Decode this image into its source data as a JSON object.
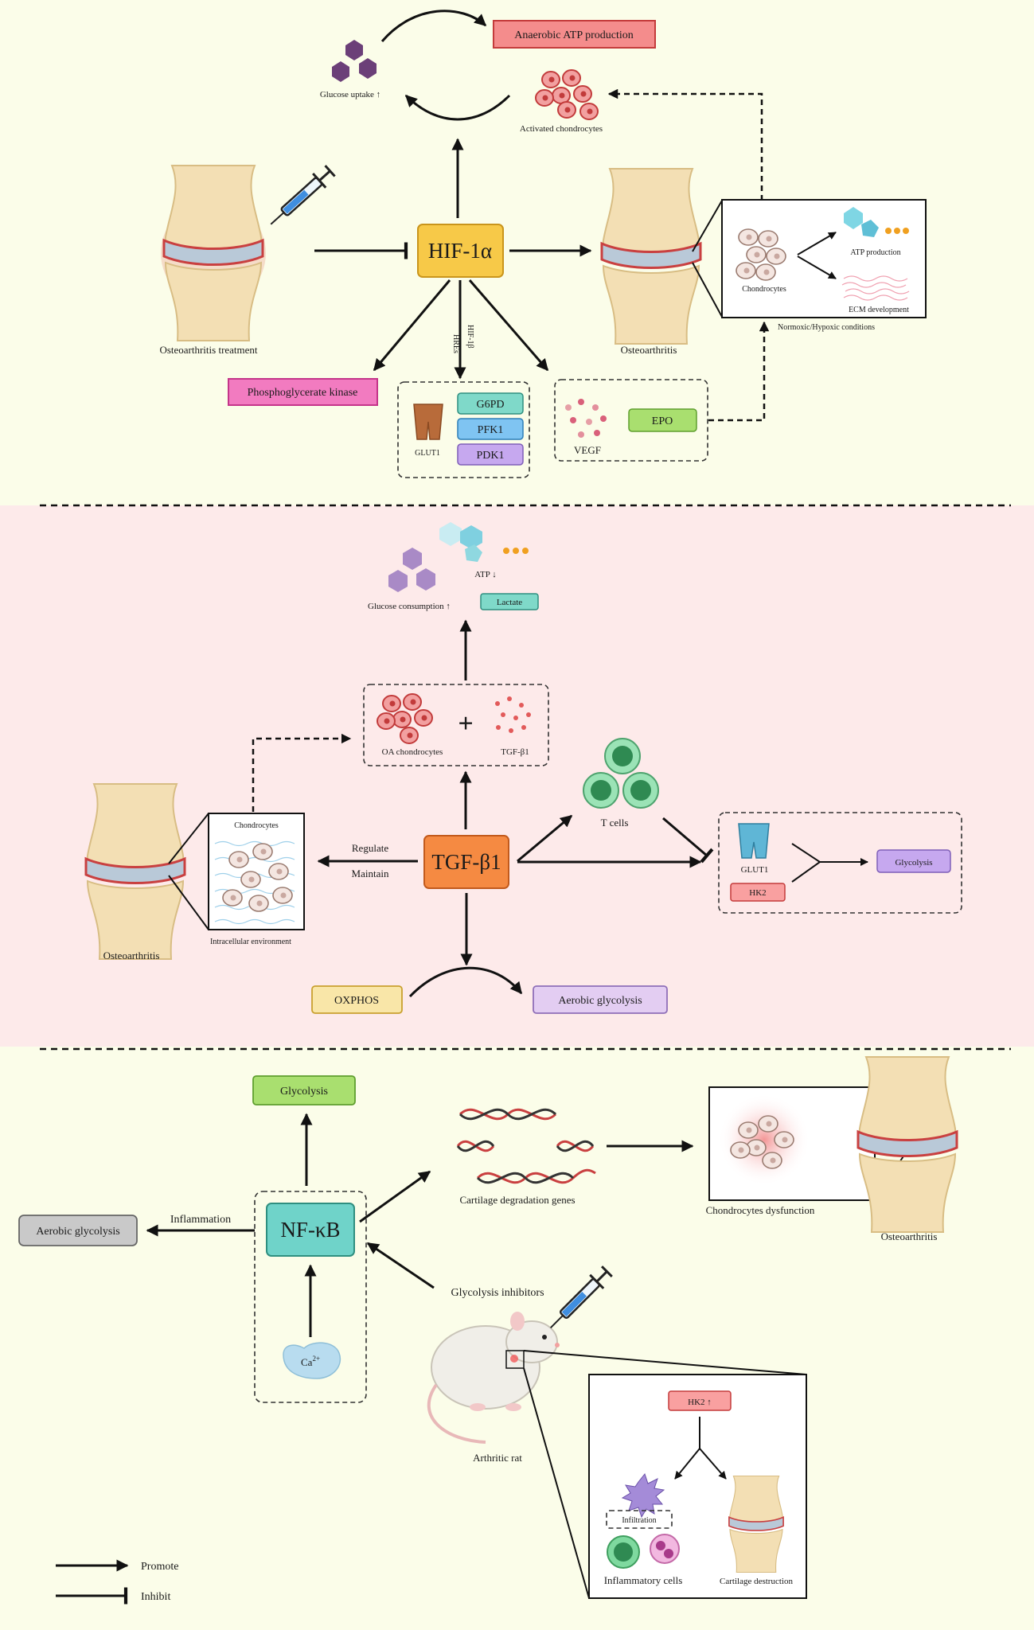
{
  "panel1": {
    "anaerobic": "Anaerobic ATP production",
    "glucose_uptake": "Glucose uptake ↑",
    "activated": "Activated chondrocytes",
    "hif": "HIF-1α",
    "oa_treatment": "Osteoarthritis treatment",
    "oa": "Osteoarthritis",
    "chondrocytes": "Chondrocytes",
    "atp_production": "ATP production",
    "ecm": "ECM development",
    "normoxic": "Normoxic/Hypoxic conditions",
    "hres": "HREs",
    "hif1b": "HIF-1β",
    "pgk": "Phosphoglycerate kinase",
    "glut1": "GLUT1",
    "g6pd": "G6PD",
    "pfk1": "PFK1",
    "pdk1": "PDK1",
    "vegf": "VEGF",
    "epo": "EPO"
  },
  "panel2": {
    "atp_down": "ATP ↓",
    "glucose_consumption": "Glucose consumption ↑",
    "lactate": "Lactate",
    "oa_chondrocytes": "OA chondrocytes",
    "plus": "+",
    "tgf_small": "TGF-β1",
    "t_cells": "T cells",
    "chondrocytes": "Chondrocytes",
    "intracellular": "Intracellular environment",
    "oa": "Osteoarthritis",
    "regulate": "Regulate",
    "maintain": "Maintain",
    "tgf": "TGF-β1",
    "glut1": "GLUT1",
    "hk2": "HK2",
    "glycolysis": "Glycolysis",
    "oxphos": "OXPHOS",
    "aerobic": "Aerobic glycolysis"
  },
  "panel3": {
    "glycolysis": "Glycolysis",
    "cartilage_genes": "Cartilage degradation genes",
    "chondro_dys": "Chondrocytes dysfunction",
    "oa": "Osteoarthritis",
    "aerobic": "Aerobic glycolysis",
    "inflammation": "Inflammation",
    "nfkb": "NF-κB",
    "inhibitors": "Glycolysis inhibitors",
    "ca": "Ca",
    "ca_sup": "2+",
    "rat": "Arthritic rat",
    "hk2_up": "HK2 ↑",
    "infiltration": "Infiltration",
    "inflam_cells": "Inflammatory cells",
    "cartilage_destruction": "Cartilage destruction"
  },
  "legend": {
    "promote": "Promote",
    "inhibit": "Inhibit"
  },
  "colors": {
    "panel1_bg": "#fbfde9",
    "panel2_bg": "#fdeaea",
    "panel3_bg": "#fbfde9",
    "hif_fill": "#f7c948",
    "tgf_fill": "#f58a42",
    "nfkb_fill": "#6fd3c9",
    "red_box": "#f48c8c",
    "pink_box": "#f27bc0",
    "teal_box": "#7fd9c9",
    "blue_box": "#7fc4f2",
    "purple_box": "#c6a8ef",
    "green_box": "#a9df6f",
    "yellow_box": "#f9e6a8",
    "lavender_box": "#e3cdf2",
    "gray_box": "#c9c9c9"
  }
}
